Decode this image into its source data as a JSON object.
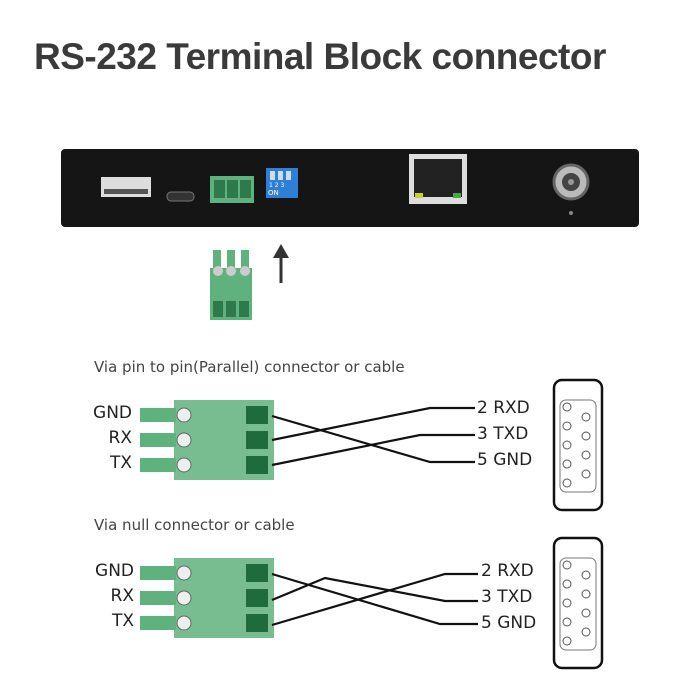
{
  "title": "RS-232 Terminal Block connector",
  "device": {
    "dip_numbers": "1 2 3",
    "dip_on": "ON"
  },
  "sections": [
    {
      "caption": "Via pin to pin(Parallel) connector or cable",
      "terminal_labels": [
        "GND",
        "RX",
        "TX"
      ],
      "db9_labels": [
        "2 RXD",
        "3 TXD",
        "5 GND"
      ],
      "wiring": [
        [
          "GND",
          "5 GND"
        ],
        [
          "RX",
          "2 RXD"
        ],
        [
          "TX",
          "3 TXD"
        ]
      ]
    },
    {
      "caption": "Via null connector or cable",
      "terminal_labels": [
        "GND",
        "RX",
        "TX"
      ],
      "db9_labels": [
        "2 RXD",
        "3 TXD",
        "5 GND"
      ],
      "wiring": [
        [
          "GND",
          "5 GND"
        ],
        [
          "RX",
          "3 TXD"
        ],
        [
          "TX",
          "2 RXD"
        ]
      ]
    }
  ],
  "colors": {
    "terminal_green": "#5fb27d",
    "device_body": "#151515",
    "dip_blue": "#2f7fd6"
  }
}
